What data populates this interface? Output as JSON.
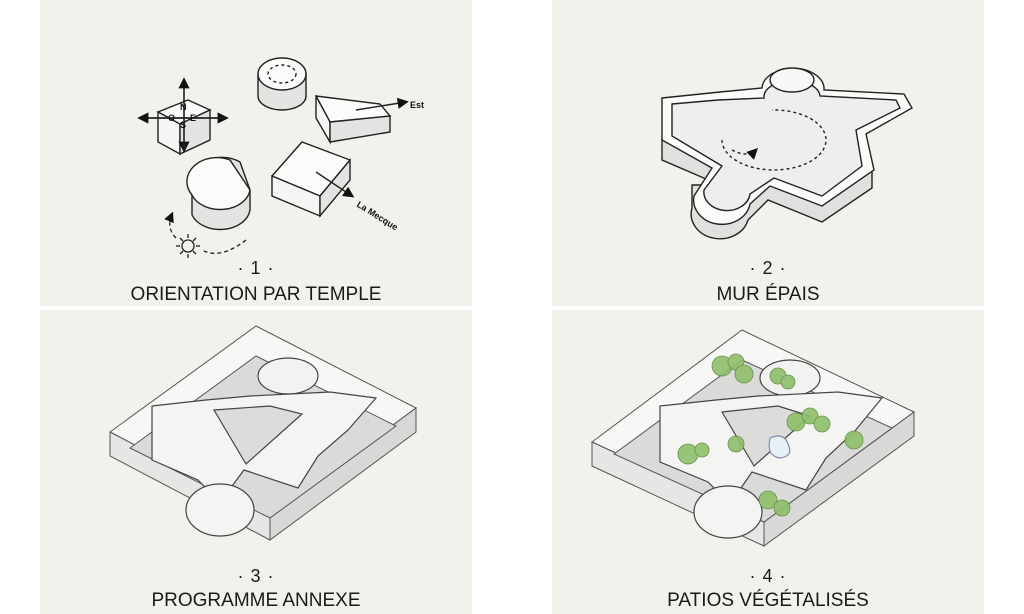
{
  "panels": [
    {
      "number": "· 1 ·",
      "caption": "ORIENTATION PAR TEMPLE"
    },
    {
      "number": "· 2 ·",
      "caption": "MUR ÉPAIS"
    },
    {
      "number": "· 3 ·",
      "caption": "PROGRAMME ANNEXE"
    },
    {
      "number": "· 4 ·",
      "caption": "PATIOS VÉGÉTALISÉS"
    }
  ],
  "compass": {
    "north": "N",
    "south": "S",
    "east": "E",
    "west": "O"
  },
  "labels": {
    "east_arrow": "Est",
    "mecca_arrow": "La Mecque"
  },
  "colors": {
    "background": "#f0f3ec",
    "volume_top": "#fbfbfa",
    "volume_side": "#e3e3e1",
    "tree": "#8fbf6a"
  }
}
